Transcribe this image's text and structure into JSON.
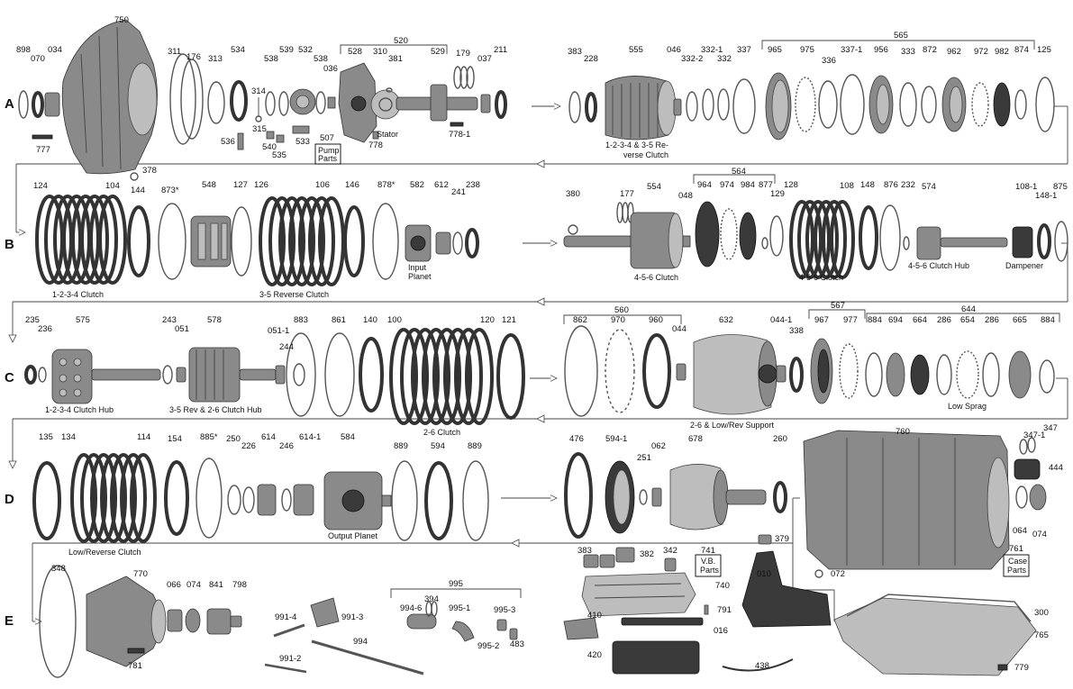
{
  "rows": [
    "A",
    "B",
    "C",
    "D",
    "E"
  ],
  "labels": {
    "l898": "898",
    "l070": "070",
    "l034": "034",
    "l750": "750",
    "l311": "311",
    "l176": "176",
    "l313": "313",
    "l534": "534",
    "l314": "314",
    "l315": "315",
    "l536": "536",
    "l538a": "538",
    "l539": "539",
    "l532": "532",
    "l538b": "538",
    "l036": "036",
    "l540": "540",
    "l535": "535",
    "l533": "533",
    "l520": "520",
    "l528": "528",
    "l310": "310",
    "l381": "381",
    "l529": "529",
    "l179": "179",
    "l037": "037",
    "l211": "211",
    "l778": "778",
    "l7781": "778-1",
    "l777": "777",
    "l507": "507",
    "l383a": "383",
    "l228": "228",
    "l555": "555",
    "l046": "046",
    "l3321": "332-1",
    "l3322": "332-2",
    "l332": "332",
    "l337": "337",
    "l565": "565",
    "l965": "965",
    "l975": "975",
    "l336": "336",
    "l3371": "337-1",
    "l956": "956",
    "l333": "333",
    "l872": "872",
    "l962": "962",
    "l972": "972",
    "l982": "982",
    "l874": "874",
    "l125": "125",
    "l378": "378",
    "l124": "124",
    "l104": "104",
    "l144": "144",
    "l873": "873*",
    "l548": "548",
    "l127": "127",
    "l126": "126",
    "l106": "106",
    "l146": "146",
    "l878": "878*",
    "l582": "582",
    "l612": "612",
    "l241": "241",
    "l238": "238",
    "l380": "380",
    "l177": "177",
    "l554": "554",
    "l048": "048",
    "l564": "564",
    "l964": "964",
    "l974": "974",
    "l984": "984",
    "l877": "877",
    "l128": "128",
    "l129": "129",
    "l108": "108",
    "l148": "148",
    "l876": "876",
    "l232": "232",
    "l574": "574",
    "l1081": "108-1",
    "l1481": "148-1",
    "l875": "875",
    "l235": "235",
    "l236": "236",
    "l575": "575",
    "l243": "243",
    "l051": "051",
    "l578": "578",
    "l0511": "051-1",
    "l244": "244",
    "l883": "883",
    "l861": "861",
    "l140": "140",
    "l100": "100",
    "l120": "120",
    "l121": "121",
    "l560": "560",
    "l862": "862",
    "l970": "970",
    "l960": "960",
    "l044": "044",
    "l632": "632",
    "l0441": "044-1",
    "l338": "338",
    "l567": "567",
    "l967": "967",
    "l977": "977",
    "l644": "644",
    "l884a": "884",
    "l694": "694",
    "l664": "664",
    "l286a": "286",
    "l654": "654",
    "l286b": "286",
    "l665": "665",
    "l884b": "884",
    "l135": "135",
    "l134": "134",
    "l114": "114",
    "l154": "154",
    "l885": "885*",
    "l250": "250",
    "l226": "226",
    "l614": "614",
    "l246": "246",
    "l6141": "614-1",
    "l584": "584",
    "l889a": "889",
    "l594": "594",
    "l889b": "889",
    "l476": "476",
    "l5941": "594-1",
    "l251": "251",
    "l062": "062",
    "l678": "678",
    "l260": "260",
    "l760": "760",
    "l3471": "347-1",
    "l347": "347",
    "l444": "444",
    "l064": "064",
    "l074a": "074",
    "l379": "379",
    "l072": "072",
    "l348": "348",
    "l770": "770",
    "l066": "066",
    "l074b": "074",
    "l841": "841",
    "l798": "798",
    "l781": "781",
    "l9914": "991-4",
    "l9913": "991-3",
    "l994": "994",
    "l9912": "991-2",
    "l995": "995",
    "l9946": "994-6",
    "l394": "394",
    "l9951": "995-1",
    "l9953": "995-3",
    "l9952": "995-2",
    "l483": "483",
    "l383b": "383",
    "l382": "382",
    "l342": "342",
    "l741": "741",
    "l010": "010",
    "l740": "740",
    "l791": "791",
    "l410": "410",
    "l016": "016",
    "l420": "420",
    "l438": "438",
    "l300": "300",
    "l765": "765",
    "l779": "779",
    "l761": "761"
  },
  "captions": {
    "stator": "Stator",
    "pump_1": "Pump",
    "pump_2": "Parts",
    "clutch_1235_1": "1-2-3-4 & 3-5 Re-",
    "clutch_1235_2": "verse Clutch",
    "clutch_1234": "1-2-3-4 Clutch",
    "rev_35": "3-5 Reverse Clutch",
    "input_planet_1": "Input",
    "input_planet_2": "Planet",
    "clutch_456a": "4-5-6 Clutch",
    "clutch_456b": "4-5-6 Clutch",
    "hub_456": "4-5-6 Clutch Hub",
    "dampener": "Dampener",
    "hub_1234": "1-2-3-4 Clutch Hub",
    "hub_35rev": "3-5 Rev & 2-6 Clutch Hub",
    "clutch_26": "2-6 Clutch",
    "support_26": "2-6 & Low/Rev Support",
    "low_sprag": "Low Sprag",
    "low_rev": "Low/Reverse Clutch",
    "output_planet": "Output Planet",
    "vb_1": "V.B.",
    "vb_2": "Parts",
    "case_1": "Case",
    "case_2": "Parts"
  },
  "colors": {
    "line": "#444444",
    "part": "#8a8a8a",
    "dark": "#3a3a3a",
    "light": "#bdbdbd"
  }
}
